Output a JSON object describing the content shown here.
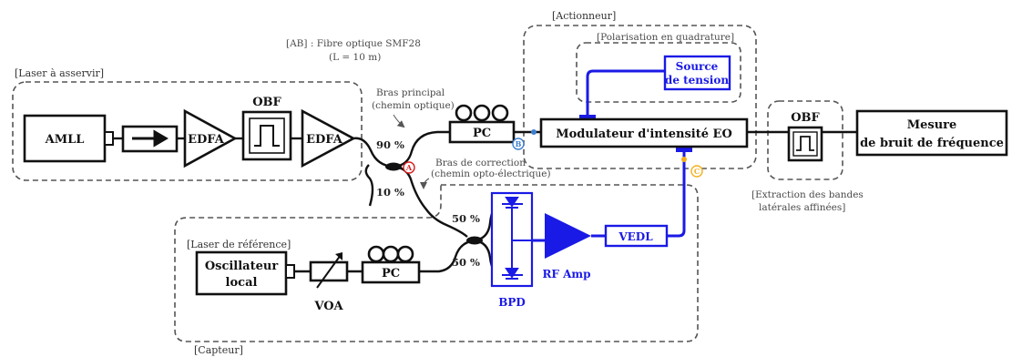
{
  "groups": {
    "laser_group": "[Laser à asservir]",
    "actuator_group": "[Actionneur]",
    "polarization_group": "[Polarisation en quadrature]",
    "sensor_group": "[Capteur]",
    "reference_group": "[Laser de référence]",
    "extraction_line1": "[Extraction des bandes",
    "extraction_line2": "latérales affinées]"
  },
  "fiber_note": {
    "line1": "[AB] : Fibre optique SMF28",
    "line2": "(L = 10 m)"
  },
  "arms": {
    "main_line1": "Bras principal",
    "main_line2": "(chemin optique)",
    "correction_line1": "Bras de correction",
    "correction_line2": "(chemin opto-électrique)"
  },
  "components": {
    "amll": "AMLL",
    "edfa1": "EDFA",
    "obf1": "OBF",
    "edfa2": "EDFA",
    "pc_main": "PC",
    "modulator": "Modulateur d'intensité EO",
    "source_line1": "Source",
    "source_line2": "de tension",
    "obf2": "OBF",
    "measure_line1": "Mesure",
    "measure_line2": "de bruit de fréquence",
    "oscillator_line1": "Oscillateur",
    "oscillator_line2": "local",
    "voa": "VOA",
    "pc_ref": "PC",
    "bpd": "BPD",
    "rf_amp": "RF Amp",
    "vedl": "VEDL"
  },
  "splits": {
    "p90": "90 %",
    "p10": "10 %",
    "p50_top": "50 %",
    "p50_bottom": "50 %"
  },
  "markers": {
    "a": "A",
    "b": "B",
    "c": "C"
  },
  "colors": {
    "electrical": "#1a1ae6",
    "marker_a": "#d81e1e",
    "marker_b": "#3d7fcf",
    "marker_c": "#f2b01e"
  }
}
